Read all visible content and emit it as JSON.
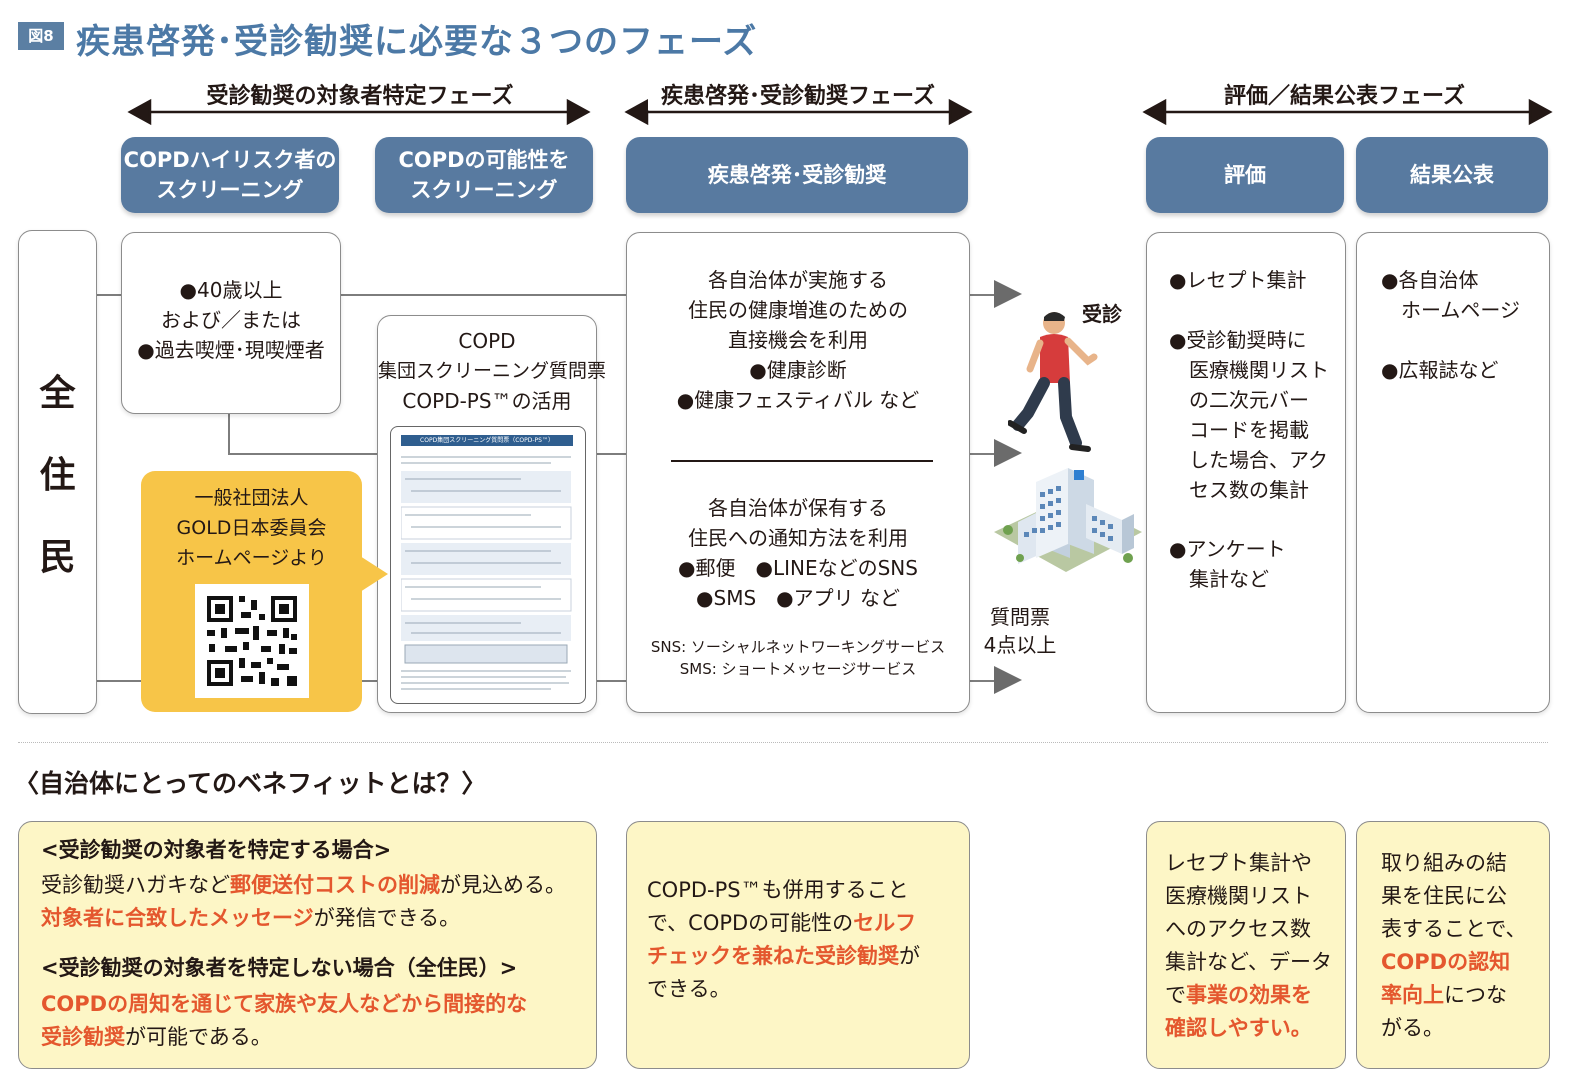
{
  "figure": {
    "badge": "図8",
    "title": "疾患啓発･受診勧奨に必要な３つのフェーズ"
  },
  "phases": {
    "p1": "受診勧奨の対象者特定フェーズ",
    "p2": "疾患啓発･受診勧奨フェーズ",
    "p3": "評価／結果公表フェーズ"
  },
  "headers": {
    "h1": [
      "COPDハイリスク者の",
      "スクリーニング"
    ],
    "h2": [
      "COPDの可能性を",
      "スクリーニング"
    ],
    "h3": "疾患啓発･受診勧奨",
    "h4": "評価",
    "h5": "結果公表"
  },
  "left_bar": [
    "全",
    "住",
    "民"
  ],
  "highrisk": {
    "line1": "●40歳以上",
    "line2": "および／または",
    "line3": "●過去喫煙･現喫煙者"
  },
  "copd_ps": {
    "line1": "COPD",
    "line2": "集団スクリーニング質問票",
    "line3": "COPD-PS™の活用"
  },
  "questionnaire_title": "COPD集団スクリーニング質問票（COPD-PS™）",
  "gold": {
    "line1": "一般社団法人",
    "line2": "GOLD日本委員会",
    "line3": "ホームページより"
  },
  "awareness": {
    "upper": [
      "各自治体が実施する",
      "住民の健康増進のための",
      "直接機会を利用",
      "●健康診断",
      "●健康フェスティバル など"
    ],
    "lower": [
      "各自治体が保有する",
      "住民への通知方法を利用",
      "●郵便　●LINEなどのSNS",
      "●SMS　●アプリ など"
    ],
    "notes": [
      "SNS: ソーシャルネットワーキングサービス",
      "SMS: ショートメッセージサービス"
    ]
  },
  "visit_label": "受診",
  "score_label": [
    "質問票",
    "4点以上"
  ],
  "evaluation": [
    "●レセプト集計",
    "●受診勧奨時に",
    "医療機関リスト",
    "の二次元バー",
    "コードを掲載",
    "した場合、アク",
    "セス数の集計",
    "●アンケート",
    "集計など"
  ],
  "publication": [
    "●各自治体",
    "ホームページ",
    "●広報誌など"
  ],
  "benefit_heading": "〈自治体にとってのベネフィットとは？〉",
  "benefit1": {
    "h1": "<受診勧奨の対象者を特定する場合>",
    "l1a": "受診勧奨ハガキなど",
    "l1b": "郵便送付コストの削減",
    "l1c": "が見込める。",
    "l2a": "対象者に合致したメッセージ",
    "l2b": "が発信できる。",
    "h2": "<受診勧奨の対象者を特定しない場合（全住民）>",
    "l3a": "COPDの周知を通じて家族や友人などから間接的な",
    "l3b": "受診勧奨",
    "l3c": "が可能である。"
  },
  "benefit2": {
    "a": "COPD-PS™も併用すること",
    "b": "で、COPDの可能性の",
    "c": "セルフ",
    "d": "チェックを兼ねた受診勧奨",
    "e": "が",
    "f": "できる。"
  },
  "benefit3": {
    "a": "レセプト集計や",
    "b": "医療機関リスト",
    "c": "へのアクセス数",
    "d": "集計など、データ",
    "e": "で",
    "f": "事業の効果を",
    "g": "確認しやすい。"
  },
  "benefit4": {
    "a": "取り組みの結",
    "b": "果を住民に公",
    "c": "表することで、",
    "d": "COPDの認知",
    "e": "率向上",
    "f": "につな",
    "g": "がる。"
  }
}
